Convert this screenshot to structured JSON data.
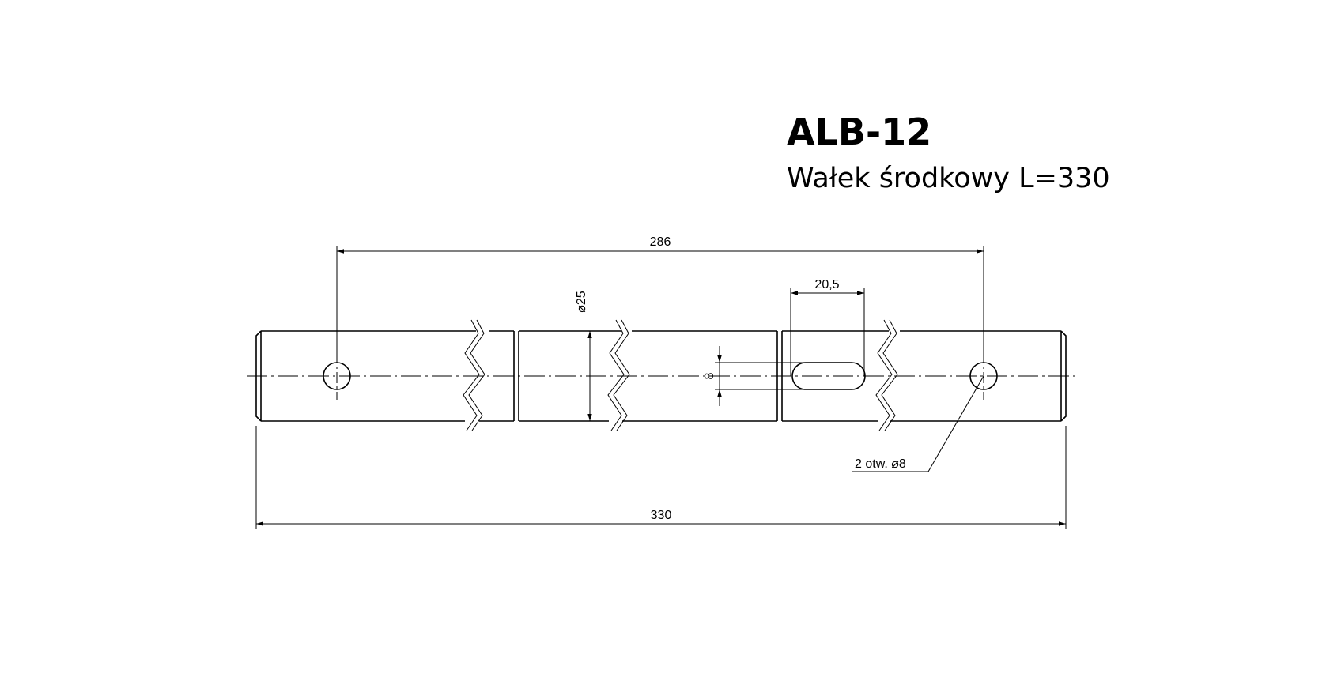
{
  "title": {
    "code": "ALB-12",
    "name": "Wałek środkowy L=330"
  },
  "dimensions": {
    "hole_spacing": "286",
    "slot_length": "20,5",
    "diameter": "⌀25",
    "slot_width": "8",
    "hole_callout": "2 otw. ⌀8",
    "overall_length": "330"
  }
}
